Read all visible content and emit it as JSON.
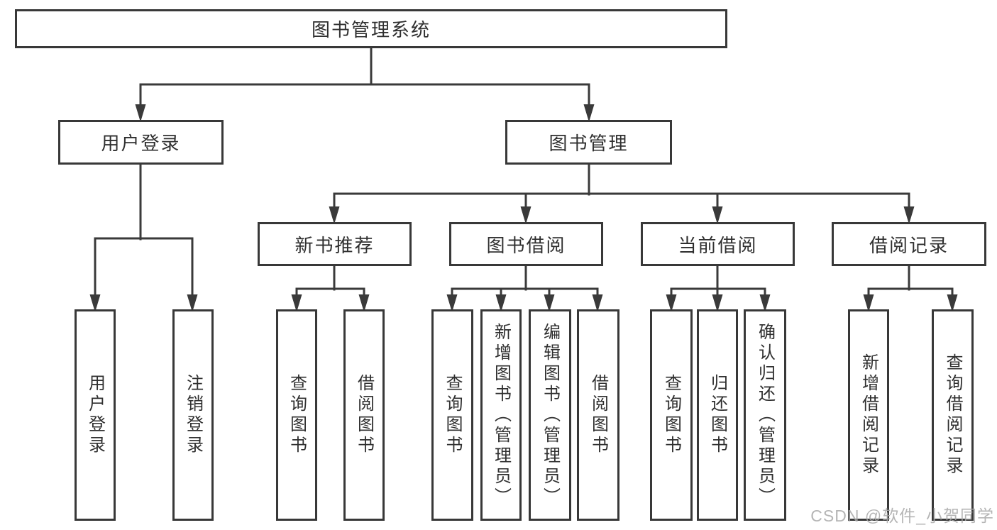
{
  "diagram": {
    "title": "图书管理系统",
    "root": {
      "label": "图书管理系统"
    },
    "level2": [
      {
        "label": "用户登录"
      },
      {
        "label": "图书管理"
      }
    ],
    "level3": [
      {
        "label": "新书推荐"
      },
      {
        "label": "图书借阅"
      },
      {
        "label": "当前借阅"
      },
      {
        "label": "借阅记录"
      }
    ],
    "leaves": [
      {
        "label": "用户登录",
        "parent": "用户登录"
      },
      {
        "label": "注销登录",
        "parent": "用户登录"
      },
      {
        "label": "查询图书",
        "parent": "新书推荐"
      },
      {
        "label": "借阅图书",
        "parent": "新书推荐"
      },
      {
        "label": "查询图书",
        "parent": "图书借阅"
      },
      {
        "label": "新增图书（管理员）",
        "parent": "图书借阅"
      },
      {
        "label": "编辑图书（管理员）",
        "parent": "图书借阅"
      },
      {
        "label": "借阅图书",
        "parent": "图书借阅"
      },
      {
        "label": "查询图书",
        "parent": "当前借阅"
      },
      {
        "label": "归还图书",
        "parent": "当前借阅"
      },
      {
        "label": "确认归还（管理员）",
        "parent": "当前借阅"
      },
      {
        "label": "新增借阅记录",
        "parent": "借阅记录"
      },
      {
        "label": "查询借阅记录",
        "parent": "借阅记录"
      }
    ]
  },
  "watermark": {
    "text": "CSDN @软件_小贺同学"
  },
  "colors": {
    "line": "#3a3a3a",
    "text": "#2f2f2f",
    "border": "#383838",
    "watermark": "#a9a9a9",
    "background": "#ffffff"
  }
}
